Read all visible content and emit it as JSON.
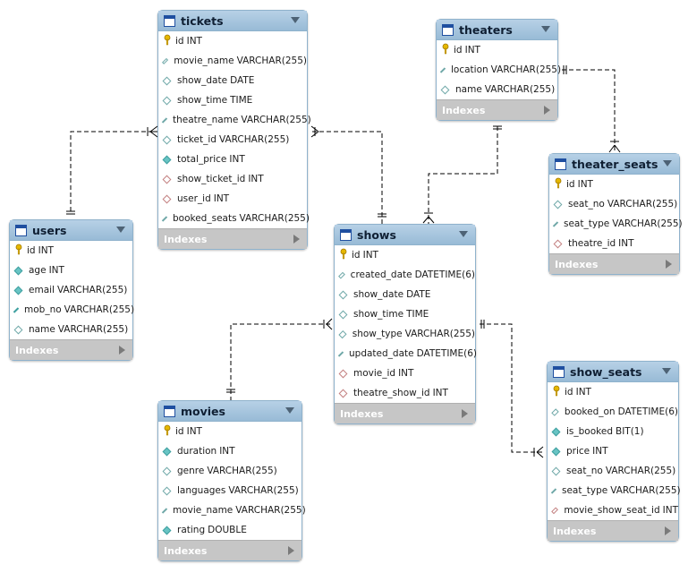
{
  "colors": {
    "header": "#98bbd6",
    "border": "#8fb2cc",
    "pk": "#d8a800",
    "fk": "#c38080",
    "line": "#000000"
  },
  "icons": {
    "table": "table-icon",
    "collapse": "chevron-down-icon",
    "pk": "key-icon",
    "column": "diamond-icon",
    "indexes": "chevron-right-icon"
  },
  "entities": {
    "tickets": {
      "title": "tickets",
      "indexes": "Indexes",
      "columns": [
        {
          "name": "id",
          "type": "INT",
          "kind": "pk"
        },
        {
          "name": "movie_name",
          "type": "VARCHAR(255)",
          "kind": "col"
        },
        {
          "name": "show_date",
          "type": "DATE",
          "kind": "col"
        },
        {
          "name": "show_time",
          "type": "TIME",
          "kind": "col"
        },
        {
          "name": "theatre_name",
          "type": "VARCHAR(255)",
          "kind": "col"
        },
        {
          "name": "ticket_id",
          "type": "VARCHAR(255)",
          "kind": "col"
        },
        {
          "name": "total_price",
          "type": "INT",
          "kind": "nn"
        },
        {
          "name": "show_ticket_id",
          "type": "INT",
          "kind": "fk"
        },
        {
          "name": "user_id",
          "type": "INT",
          "kind": "fk"
        },
        {
          "name": "booked_seats",
          "type": "VARCHAR(255)",
          "kind": "col"
        }
      ]
    },
    "theaters": {
      "title": "theaters",
      "indexes": "Indexes",
      "columns": [
        {
          "name": "id",
          "type": "INT",
          "kind": "pk"
        },
        {
          "name": "location",
          "type": "VARCHAR(255)",
          "kind": "col"
        },
        {
          "name": "name",
          "type": "VARCHAR(255)",
          "kind": "col"
        }
      ]
    },
    "theater_seats": {
      "title": "theater_seats",
      "indexes": "Indexes",
      "columns": [
        {
          "name": "id",
          "type": "INT",
          "kind": "pk"
        },
        {
          "name": "seat_no",
          "type": "VARCHAR(255)",
          "kind": "col"
        },
        {
          "name": "seat_type",
          "type": "VARCHAR(255)",
          "kind": "col"
        },
        {
          "name": "theatre_id",
          "type": "INT",
          "kind": "fk"
        }
      ]
    },
    "users": {
      "title": "users",
      "indexes": "Indexes",
      "columns": [
        {
          "name": "id",
          "type": "INT",
          "kind": "pk"
        },
        {
          "name": "age",
          "type": "INT",
          "kind": "nn"
        },
        {
          "name": "email",
          "type": "VARCHAR(255)",
          "kind": "nn"
        },
        {
          "name": "mob_no",
          "type": "VARCHAR(255)",
          "kind": "nn"
        },
        {
          "name": "name",
          "type": "VARCHAR(255)",
          "kind": "col"
        }
      ]
    },
    "shows": {
      "title": "shows",
      "indexes": "Indexes",
      "columns": [
        {
          "name": "id",
          "type": "INT",
          "kind": "pk"
        },
        {
          "name": "created_date",
          "type": "DATETIME(6)",
          "kind": "col"
        },
        {
          "name": "show_date",
          "type": "DATE",
          "kind": "col"
        },
        {
          "name": "show_time",
          "type": "TIME",
          "kind": "col"
        },
        {
          "name": "show_type",
          "type": "VARCHAR(255)",
          "kind": "col"
        },
        {
          "name": "updated_date",
          "type": "DATETIME(6)",
          "kind": "col"
        },
        {
          "name": "movie_id",
          "type": "INT",
          "kind": "fk"
        },
        {
          "name": "theatre_show_id",
          "type": "INT",
          "kind": "fk"
        }
      ]
    },
    "movies": {
      "title": "movies",
      "indexes": "Indexes",
      "columns": [
        {
          "name": "id",
          "type": "INT",
          "kind": "pk"
        },
        {
          "name": "duration",
          "type": "INT",
          "kind": "nn"
        },
        {
          "name": "genre",
          "type": "VARCHAR(255)",
          "kind": "col"
        },
        {
          "name": "languages",
          "type": "VARCHAR(255)",
          "kind": "col"
        },
        {
          "name": "movie_name",
          "type": "VARCHAR(255)",
          "kind": "col"
        },
        {
          "name": "rating",
          "type": "DOUBLE",
          "kind": "nn"
        }
      ]
    },
    "show_seats": {
      "title": "show_seats",
      "indexes": "Indexes",
      "columns": [
        {
          "name": "id",
          "type": "INT",
          "kind": "pk"
        },
        {
          "name": "booked_on",
          "type": "DATETIME(6)",
          "kind": "col"
        },
        {
          "name": "is_booked",
          "type": "BIT(1)",
          "kind": "nn"
        },
        {
          "name": "price",
          "type": "INT",
          "kind": "nn"
        },
        {
          "name": "seat_no",
          "type": "VARCHAR(255)",
          "kind": "col"
        },
        {
          "name": "seat_type",
          "type": "VARCHAR(255)",
          "kind": "col"
        },
        {
          "name": "movie_show_seat_id",
          "type": "INT",
          "kind": "fk"
        }
      ]
    }
  }
}
